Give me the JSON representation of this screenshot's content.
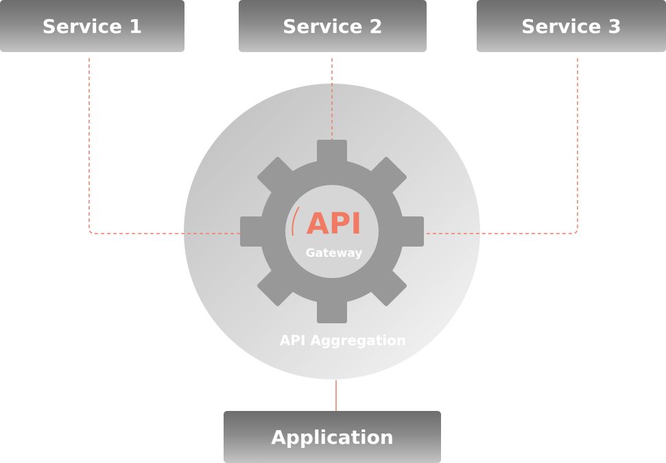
{
  "services": [
    {
      "label": "Service 1"
    },
    {
      "label": "Service 2"
    },
    {
      "label": "Service 3"
    }
  ],
  "hub": {
    "title": "API",
    "subtitle": "Gateway",
    "caption": "API Aggregation",
    "icon": "gear-icon"
  },
  "application": {
    "label": "Application"
  },
  "colors": {
    "accent": "#f07a63",
    "gear": "#989898",
    "box_dark": "#6d6d6d",
    "box_light": "#c4c4c4"
  }
}
